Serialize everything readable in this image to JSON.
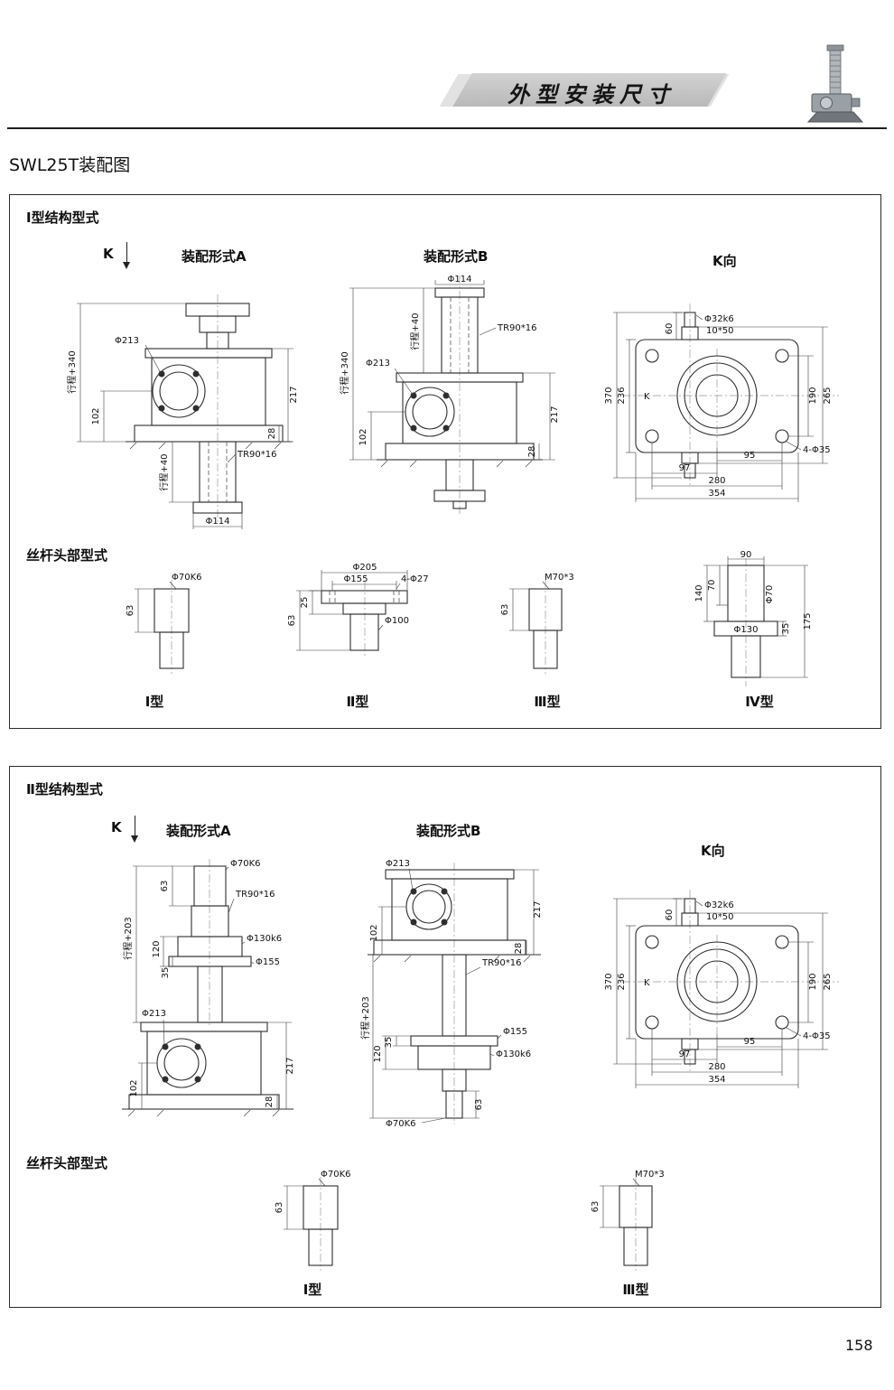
{
  "page": {
    "ribbon_title": "外型安装尺寸",
    "doc_title": "SWL25T装配图",
    "page_number": "158"
  },
  "sec1": {
    "title": "Ⅰ型结构型式",
    "k": "K",
    "form_a": "装配形式A",
    "form_b": "装配形式B",
    "k_view": "K向",
    "heads_title": "丝杆头部型式",
    "a": {
      "d213": "Φ213",
      "stroke340": "行程+340",
      "d102": "102",
      "d217": "217",
      "d28": "28",
      "tr": "TR90*16",
      "stroke40": "行程+40",
      "d114": "Φ114"
    },
    "b": {
      "d114": "Φ114",
      "tr": "TR90*16",
      "stroke40": "行程+40",
      "d213": "Φ213",
      "stroke340": "行程+340",
      "d102": "102",
      "d217": "217",
      "d28": "28"
    },
    "kv": {
      "d32": "Φ32k6",
      "key": "10*50",
      "d60": "60",
      "d370": "370",
      "d236": "236",
      "k": "K",
      "d190": "190",
      "d265": "265",
      "d95": "95",
      "d97": "97",
      "d280": "280",
      "d354": "354",
      "holes": "4-Φ35"
    },
    "h1": {
      "d70": "Φ70K6",
      "d63": "63",
      "label": "Ⅰ型"
    },
    "h2": {
      "d205": "Φ205",
      "d155": "Φ155",
      "holes": "4-Φ27",
      "d25": "25",
      "d63": "63",
      "d100": "Φ100",
      "label": "Ⅱ型"
    },
    "h3": {
      "m70": "M70*3",
      "d63": "63",
      "label": "Ⅲ型"
    },
    "h4": {
      "d90": "90",
      "d70len": "70",
      "d140": "140",
      "d70": "Φ70",
      "d175": "175",
      "d130": "Φ130",
      "d35": "35",
      "label": "Ⅳ型"
    }
  },
  "sec2": {
    "title": "Ⅱ型结构型式",
    "k": "K",
    "form_a": "装配形式A",
    "form_b": "装配形式B",
    "k_view": "K向",
    "heads_title": "丝杆头部型式",
    "a": {
      "d70": "Φ70K6",
      "d63": "63",
      "tr": "TR90*16",
      "stroke203": "行程+203",
      "d120": "120",
      "d130": "Φ130k6",
      "d35": "35",
      "d155": "Φ155",
      "d213": "Φ213",
      "d102": "102",
      "d217": "217",
      "d28": "28"
    },
    "b": {
      "d213": "Φ213",
      "d102": "102",
      "d217": "217",
      "d28": "28",
      "tr": "TR90*16",
      "stroke203": "行程+203",
      "d35": "35",
      "d120": "120",
      "d155": "Φ155",
      "d130": "Φ130k6",
      "d63": "63",
      "d70": "Φ70K6"
    },
    "kv": {
      "d32": "Φ32k6",
      "key": "10*50",
      "d60": "60",
      "d370": "370",
      "d236": "236",
      "k": "K",
      "d190": "190",
      "d265": "265",
      "d95": "95",
      "d97": "97",
      "d280": "280",
      "d354": "354",
      "holes": "4-Φ35"
    },
    "h1": {
      "d70": "Φ70K6",
      "d63": "63",
      "label": "Ⅰ型"
    },
    "h3": {
      "m70": "M70*3",
      "d63": "63",
      "label": "Ⅲ型"
    }
  }
}
